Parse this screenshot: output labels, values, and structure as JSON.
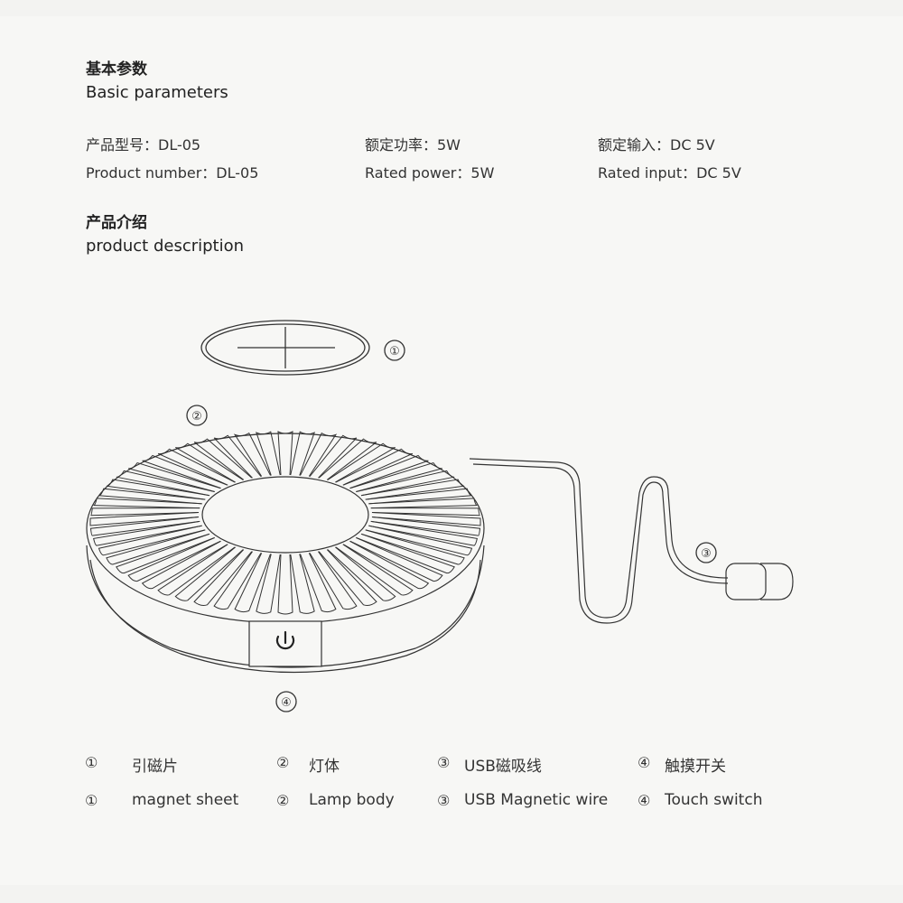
{
  "basic_parameters": {
    "heading_cn": "基本参数",
    "heading_en": "Basic parameters",
    "params": [
      {
        "cn": "产品型号：DL-05",
        "en": "Product number：DL-05"
      },
      {
        "cn": "额定功率：5W",
        "en": "Rated power：5W"
      },
      {
        "cn": "额定输入：DC 5V",
        "en": "Rated input：DC 5V"
      }
    ]
  },
  "product_description": {
    "heading_cn": "产品介绍",
    "heading_en": "product description"
  },
  "callouts": [
    "①",
    "②",
    "③",
    "④"
  ],
  "legend": [
    {
      "num": "①",
      "cn": "引磁片",
      "en": "magnet sheet"
    },
    {
      "num": "②",
      "cn": "灯体",
      "en": "Lamp body"
    },
    {
      "num": "③",
      "cn": "USB磁吸线",
      "en": "USB Magnetic wire"
    },
    {
      "num": "④",
      "cn": "触摸开关",
      "en": "Touch switch"
    }
  ],
  "icons": {
    "power": "power-icon"
  }
}
